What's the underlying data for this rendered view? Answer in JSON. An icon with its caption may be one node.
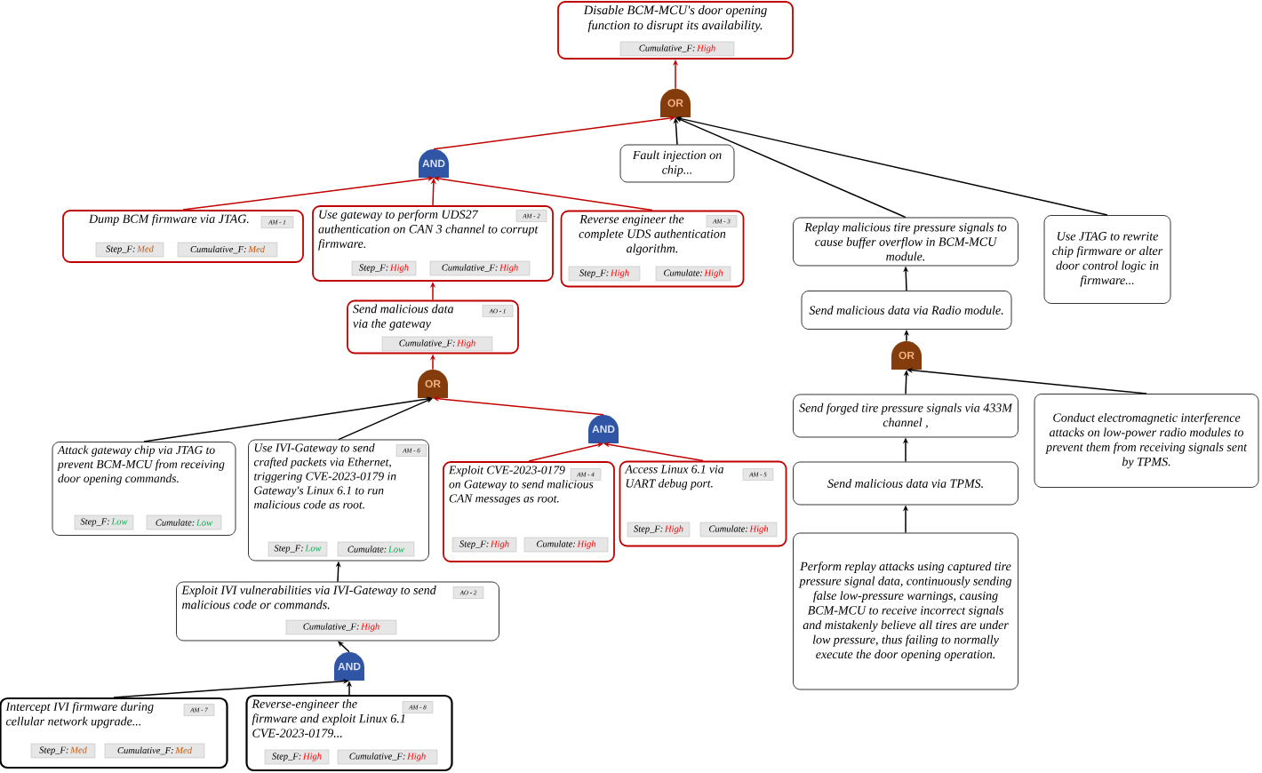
{
  "diagram": {
    "nodes": [
      {
        "text": [
          "Disable BCM-MCU's door opening function to disrupt its availability."
        ]
      },
      {
        "text": [
          "Cumulative_F:",
          "High"
        ],
        "in": 0
      },
      {
        "text": [
          "OR"
        ]
      },
      {
        "text": [
          "Fault injection on chip..."
        ]
      },
      {
        "text": [
          "AND"
        ]
      },
      {
        "text": [
          "Dump BCM firmware via JTAG."
        ]
      },
      {
        "text": [
          "AM - 1"
        ],
        "in": 5
      },
      {
        "text": [
          "Step_F:",
          "Med"
        ],
        "in": 5
      },
      {
        "text": [
          "Cumulative_F:",
          "Med"
        ],
        "in": 5
      },
      {
        "text": [
          "Use gateway to perform UDS27 authentication on CAN 3 channel to corrupt firmware."
        ]
      },
      {
        "text": [
          "AM - 2"
        ],
        "in": 9
      },
      {
        "text": [
          "Step_F:",
          "High"
        ],
        "in": 9
      },
      {
        "text": [
          "Cumulative_F:",
          "High"
        ],
        "in": 9
      },
      {
        "text": [
          "Reverse engineer the complete UDS authentication algorithm."
        ]
      },
      {
        "text": [
          "AM - 3"
        ],
        "in": 13
      },
      {
        "text": [
          "Step_F:",
          "High"
        ],
        "in": 13
      },
      {
        "text": [
          "Cumulate:",
          "High"
        ],
        "in": 13
      },
      {
        "text": [
          "Send malicious data via the gateway"
        ]
      },
      {
        "text": [
          "AO - 1"
        ],
        "in": 17
      },
      {
        "text": [
          "Cumulative_F:",
          "High"
        ],
        "in": 17
      },
      {
        "text": [
          "OR"
        ]
      },
      {
        "text": [
          "Attack gateway chip via JTAG to prevent BCM-MCU from receiving door opening commands."
        ]
      },
      {
        "text": [
          "Step_F:",
          "Low"
        ],
        "in": 21
      },
      {
        "text": [
          "Cumulate:",
          "Low"
        ],
        "in": 21
      },
      {
        "text": [
          "Use IVI-Gateway to send crafted packets via Ethernet, triggering CVE-2023-0179 in Gateway's Linux 6.1 to run malicious code as root."
        ]
      },
      {
        "text": [
          "AM - 6"
        ],
        "in": 24
      },
      {
        "text": [
          "Step_F:",
          "Low"
        ],
        "in": 24
      },
      {
        "text": [
          "Cumulate:",
          "Low"
        ],
        "in": 24
      },
      {
        "text": [
          "AND"
        ]
      },
      {
        "text": [
          "Exploit CVE-2023-0179 on Gateway to send malicious CAN messages as root."
        ]
      },
      {
        "text": [
          "AM - 4"
        ],
        "in": 29
      },
      {
        "text": [
          "Step_F:",
          "High"
        ],
        "in": 29
      },
      {
        "text": [
          "Cumulate:",
          "High"
        ],
        "in": 29
      },
      {
        "text": [
          "Access Linux 6.1 via UART debug port."
        ]
      },
      {
        "text": [
          "AM - 5"
        ],
        "in": 33
      },
      {
        "text": [
          "Step_F:",
          "High"
        ],
        "in": 33
      },
      {
        "text": [
          "Cumulate:",
          "High"
        ],
        "in": 33
      },
      {
        "text": [
          "Exploit IVI vulnerabilities via IVI-Gateway to send malicious code or commands."
        ]
      },
      {
        "text": [
          "AO - 2"
        ],
        "in": 37
      },
      {
        "text": [
          "Cumulative_F:",
          "High"
        ],
        "in": 37
      },
      {
        "text": [
          "AND"
        ]
      },
      {
        "text": [
          "Intercept IVI firmware during cellular network upgrade..."
        ]
      },
      {
        "text": [
          "AM - 7"
        ],
        "in": 41
      },
      {
        "text": [
          "Step_F:",
          "Med"
        ],
        "in": 41
      },
      {
        "text": [
          "Cumulative_F:",
          "Med"
        ],
        "in": 41
      },
      {
        "text": [
          "Reverse-engineer the firmware and exploit Linux 6.1 CVE-2023-0179..."
        ]
      },
      {
        "text": [
          "AM - 8"
        ],
        "in": 45
      },
      {
        "text": [
          "Step_F:",
          "High"
        ],
        "in": 45
      },
      {
        "text": [
          "Cumulative_F:",
          "High"
        ],
        "in": 45
      },
      {
        "text": [
          "Replay malicious tire pressure signals to cause buffer overflow in BCM-MCU module."
        ]
      },
      {
        "text": [
          "Use JTAG to rewrite chip firmware or alter door control logic in firmware..."
        ]
      },
      {
        "text": [
          "Send malicious data via Radio module."
        ]
      },
      {
        "text": [
          "OR"
        ]
      },
      {
        "text": [
          "Send forged tire pressure signals via 433M channel ,"
        ]
      },
      {
        "text": [
          "Conduct electromagnetic interference attacks on low-power radio modules to prevent them from receiving signals sent by TPMS."
        ]
      },
      {
        "text": [
          "Send malicious data via TPMS."
        ]
      },
      {
        "text": [
          "Perform replay attacks using captured tire pressure signal data, continuously sending false low-pressure warnings, causing BCM-MCU to receive incorrect signals and mistakenly believe all tires are under low pressure, thus failing to normally execute the door opening operation."
        ]
      }
    ],
    "edges": [
      {
        "from": 2,
        "to": 0,
        "arrow": "to",
        "color": "#c00000"
      },
      {
        "from": 4,
        "to": 2,
        "arrow": "to",
        "color": "#c00000"
      },
      {
        "from": 3,
        "to": 2,
        "arrow": "to"
      },
      {
        "from": 49,
        "to": 2,
        "arrow": "to"
      },
      {
        "from": 50,
        "to": 2,
        "arrow": "to"
      },
      {
        "from": 5,
        "to": 4,
        "arrow": "to",
        "color": "#c00000"
      },
      {
        "from": 9,
        "to": 4,
        "arrow": "to",
        "color": "#c00000"
      },
      {
        "from": 13,
        "to": 4,
        "arrow": "to",
        "color": "#c00000"
      },
      {
        "from": 17,
        "to": 9,
        "arrow": "to",
        "color": "#c00000"
      },
      {
        "from": 20,
        "to": 17,
        "arrow": "to",
        "color": "#c00000"
      },
      {
        "from": 21,
        "to": 20,
        "arrow": "to"
      },
      {
        "from": 24,
        "to": 20,
        "arrow": "to"
      },
      {
        "from": 28,
        "to": 20,
        "arrow": "to",
        "color": "#c00000"
      },
      {
        "from": 29,
        "to": 28,
        "arrow": "to",
        "color": "#c00000"
      },
      {
        "from": 33,
        "to": 28,
        "arrow": "to",
        "color": "#c00000"
      },
      {
        "from": 37,
        "to": 24,
        "arrow": "to"
      },
      {
        "from": 40,
        "to": 37,
        "arrow": "to"
      },
      {
        "from": 41,
        "to": 40,
        "arrow": "to"
      },
      {
        "from": 45,
        "to": 40,
        "arrow": "to"
      },
      {
        "from": 51,
        "to": 49,
        "arrow": "to"
      },
      {
        "from": 52,
        "to": 51,
        "arrow": "to"
      },
      {
        "from": 53,
        "to": 52,
        "arrow": "to"
      },
      {
        "from": 54,
        "to": 52,
        "arrow": "to"
      },
      {
        "from": 55,
        "to": 53,
        "arrow": "to"
      },
      {
        "from": 56,
        "to": 55,
        "arrow": "to"
      }
    ]
  }
}
